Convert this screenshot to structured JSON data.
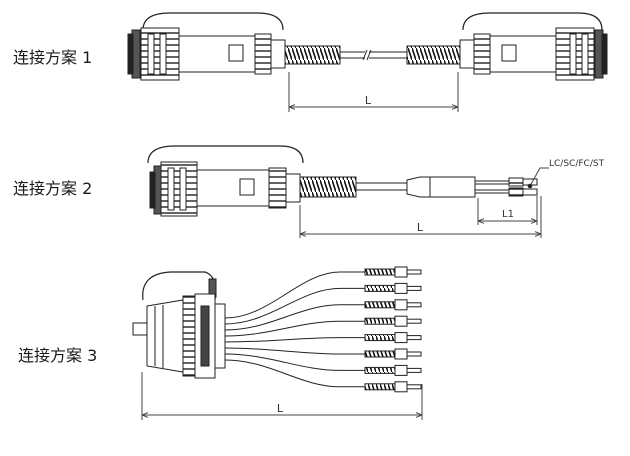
{
  "schemes": [
    {
      "label": "连接方案 1",
      "dims": [
        "L"
      ]
    },
    {
      "label": "连接方案 2",
      "dims": [
        "L1",
        "L"
      ],
      "callout": "LC/SC/FC/ST"
    },
    {
      "label": "连接方案 3",
      "dims": [
        "L"
      ]
    }
  ],
  "colors": {
    "line": "#222222",
    "dim": "#444444",
    "fill": "#ffffff"
  }
}
